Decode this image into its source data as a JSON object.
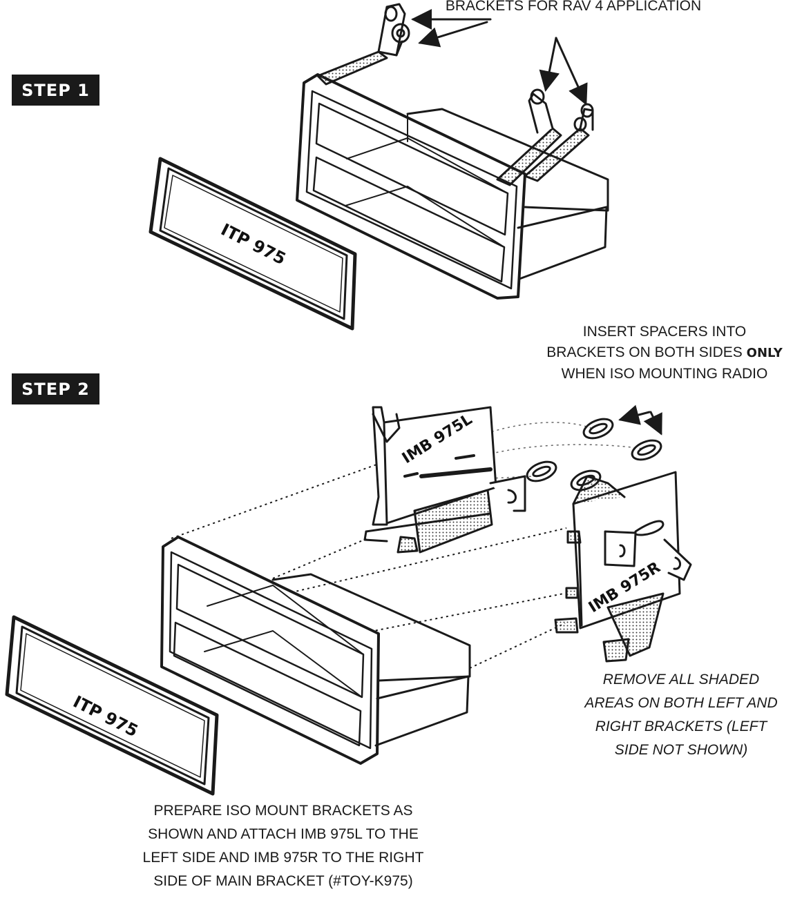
{
  "steps": {
    "step1": "STEP 1",
    "step2": "STEP 2"
  },
  "captions": {
    "top_caption": "BRACKETS FOR RAV 4 APPLICATION",
    "spacer_line1": "INSERT SPACERS INTO",
    "spacer_line2_pre": "BRACKETS ON BOTH SIDES ",
    "spacer_line2_bold": "ONLY",
    "spacer_line3": "WHEN ISO MOUNTING RADIO",
    "shaded_line1": "REMOVE ALL SHADED",
    "shaded_line2": "AREAS ON BOTH LEFT AND",
    "shaded_line3": "RIGHT BRACKETS (LEFT",
    "shaded_line4": "SIDE NOT SHOWN)",
    "prepare_line1": "PREPARE ISO MOUNT BRACKETS AS",
    "prepare_line2": "SHOWN AND ATTACH IMB 975L TO THE",
    "prepare_line3": "LEFT SIDE AND IMB 975R TO THE RIGHT",
    "prepare_line4": "SIDE OF MAIN BRACKET (#TOY-K975)"
  },
  "part_labels": {
    "trim_plate_step1": "ITP 975",
    "trim_plate_step2": "ITP 975",
    "bracket_left": "IMB 975L",
    "bracket_right": "IMB 975R"
  }
}
